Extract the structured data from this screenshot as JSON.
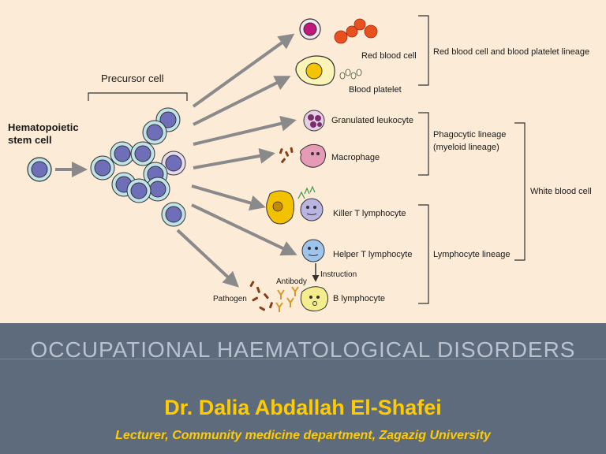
{
  "diagram": {
    "precursor_label": "Precursor cell",
    "stem_cell_label_1": "Hematopoietic",
    "stem_cell_label_2": "stem cell",
    "red_blood_cell": "Red blood cell",
    "blood_platelet": "Blood platelet",
    "granulated_leukocyte": "Granulated leukocyte",
    "macrophage": "Macrophage",
    "killer_t": "Killer T lymphocyte",
    "helper_t": "Helper T lymphocyte",
    "instruction": "Instruction",
    "antibody": "Antibody",
    "pathogen": "Pathogen",
    "b_lymphocyte": "B lymphocyte",
    "red_platelet_lineage": "Red blood cell and blood platelet lineage",
    "phagocytic_lineage_1": "Phagocytic lineage",
    "phagocytic_lineage_2": "(myeloid lineage)",
    "white_blood_cell": "White blood cell",
    "lymphocyte_lineage": "Lymphocyte lineage"
  },
  "slide": {
    "title": "OCCUPATIONAL HAEMATOLOGICAL DISORDERS",
    "author": "Dr. Dalia Abdallah El-Shafei",
    "affiliation": "Lecturer, Community medicine department, Zagazig University"
  },
  "colors": {
    "background": "#fcebd6",
    "footer_band": "#5d6b7d",
    "title_text": "#b9c2ce",
    "author_text": "#ffcc00",
    "stem_cell_fill": "#6e6fb8",
    "precursor_ring": "#bfe3e8",
    "red_cell": "#e8501f",
    "platelet_cell": "#f3e35a",
    "granulocyte": "#7b2d6b",
    "macrophage": "#e59ab6",
    "lymphocyte": "#9ec4ee",
    "b_cell": "#f5ec8e"
  }
}
